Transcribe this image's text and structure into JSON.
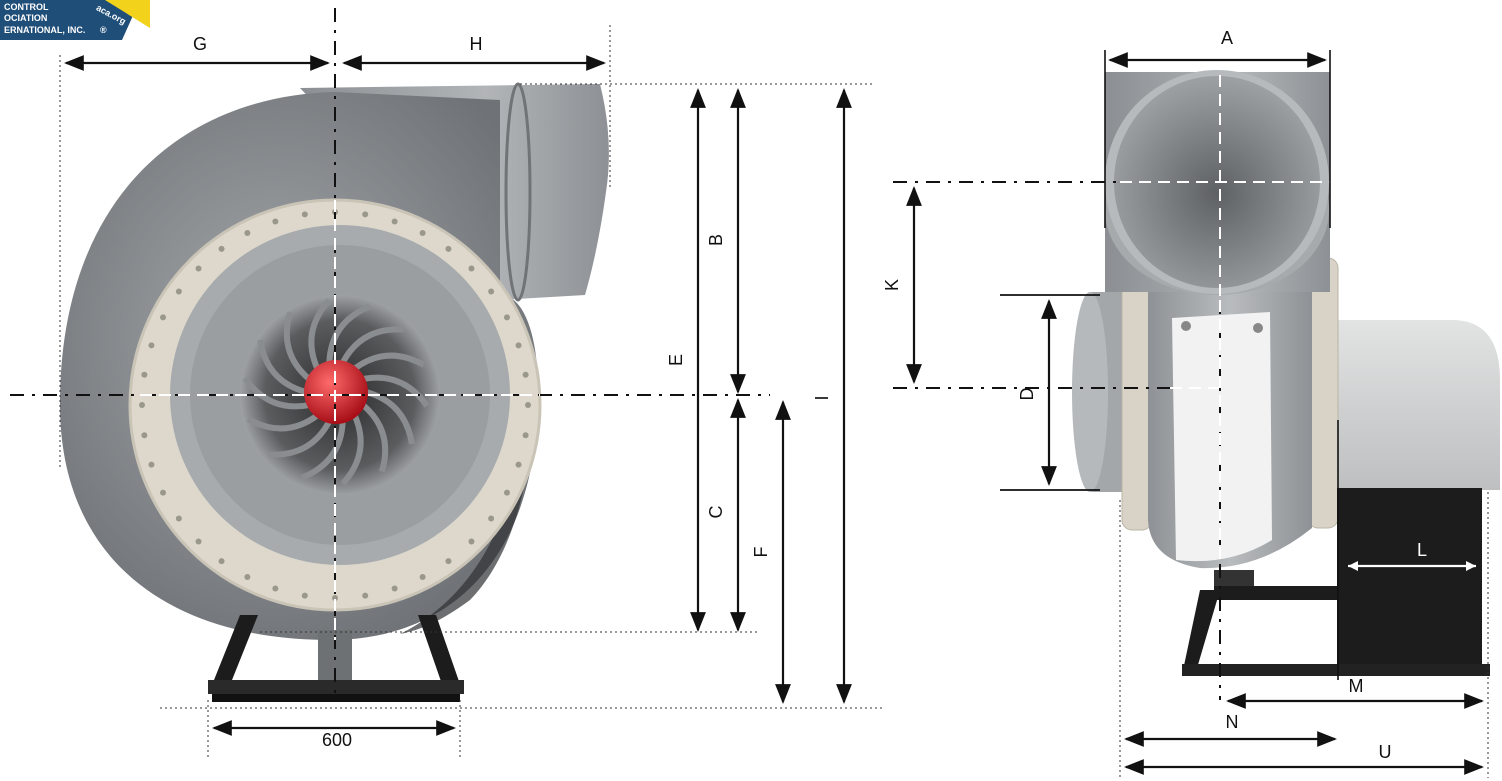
{
  "logo": {
    "line1": "CONTROL",
    "line2": "OCIATION",
    "line3": "ERNATIONAL, INC.",
    "site": "aca.org",
    "registered": "®",
    "colors": {
      "badge": "#1f4e79",
      "accent": "#f2d21b"
    }
  },
  "labels": {
    "A": "A",
    "B": "B",
    "C": "C",
    "D": "D",
    "E": "E",
    "F": "F",
    "G": "G",
    "H": "H",
    "I": "I",
    "K": "K",
    "L": "L",
    "M": "M",
    "N": "N",
    "U": "U",
    "base_width": "600"
  },
  "colors": {
    "housing": "#8f9396",
    "housing_dark": "#6d7174",
    "flange": "#ddd8cb",
    "hub": "#d51f2a",
    "frame": "#1c1c1c",
    "motor_cover": "#d3d4d4",
    "side_panel": "#f2f2f2"
  }
}
